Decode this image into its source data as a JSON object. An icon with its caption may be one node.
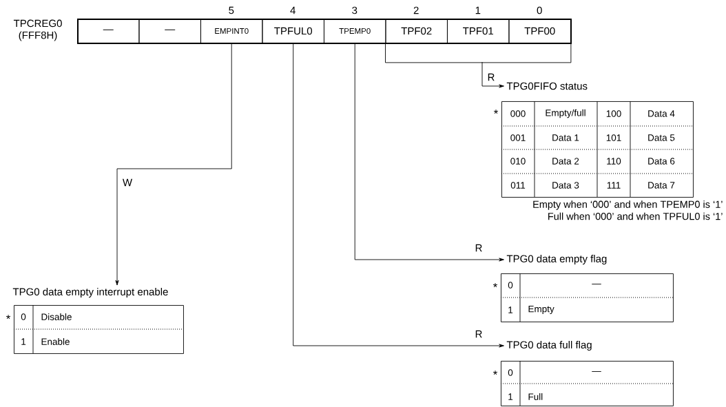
{
  "diagram": {
    "nodes": [
      {
        "text": [
          "TPCREG0 (FFF8H)"
        ]
      },
      {
        "text": [
          "—"
        ],
        "in": 0
      },
      {
        "text": [
          "—"
        ],
        "in": 0
      },
      {
        "text": [
          "EMPINT0"
        ],
        "in": 0
      },
      {
        "text": [
          "TPFUL0"
        ],
        "in": 0
      },
      {
        "text": [
          "TPEMP0"
        ],
        "in": 0
      },
      {
        "text": [
          "TPF02"
        ],
        "in": 0
      },
      {
        "text": [
          "TPF01"
        ],
        "in": 0
      },
      {
        "text": [
          "TPF00"
        ],
        "in": 0
      },
      {
        "text": [
          "TPG0FIFO status"
        ]
      },
      {
        "text": [
          "TPG0 data empty interrupt enable"
        ]
      },
      {
        "text": [
          "TPG0 data empty flag"
        ]
      },
      {
        "text": [
          "TPG0 data full flag"
        ]
      }
    ],
    "edges": [
      {
        "from": 3,
        "to": 10,
        "arrow": "to",
        "label": "W"
      },
      {
        "from": 5,
        "to": 11,
        "arrow": "to",
        "label": "R"
      },
      {
        "from": 4,
        "to": 12,
        "arrow": "to",
        "label": "R"
      },
      {
        "from": 6,
        "to": 9,
        "arrow": "to",
        "label": "R"
      },
      {
        "from": 8,
        "to": 9,
        "arrow": "to"
      }
    ],
    "labels": [
      "5",
      "4",
      "3",
      "2",
      "1",
      "0",
      "*",
      "000",
      "Empty/full",
      "100",
      "Data 4",
      "001",
      "Data 1",
      "101",
      "Data 5",
      "010",
      "Data 2",
      "110",
      "Data 6",
      "011",
      "Data 3",
      "111",
      "Data 7",
      "Empty when ‘000’ and when TPEMP0 is ‘1’",
      "Full when ‘000’ and when TPFUL0 is ‘1’",
      "*",
      "0",
      "Disable",
      "1",
      "Enable",
      "*",
      "0",
      "—",
      "1",
      "Empty",
      "*",
      "0",
      "—",
      "1",
      "Full"
    ]
  }
}
